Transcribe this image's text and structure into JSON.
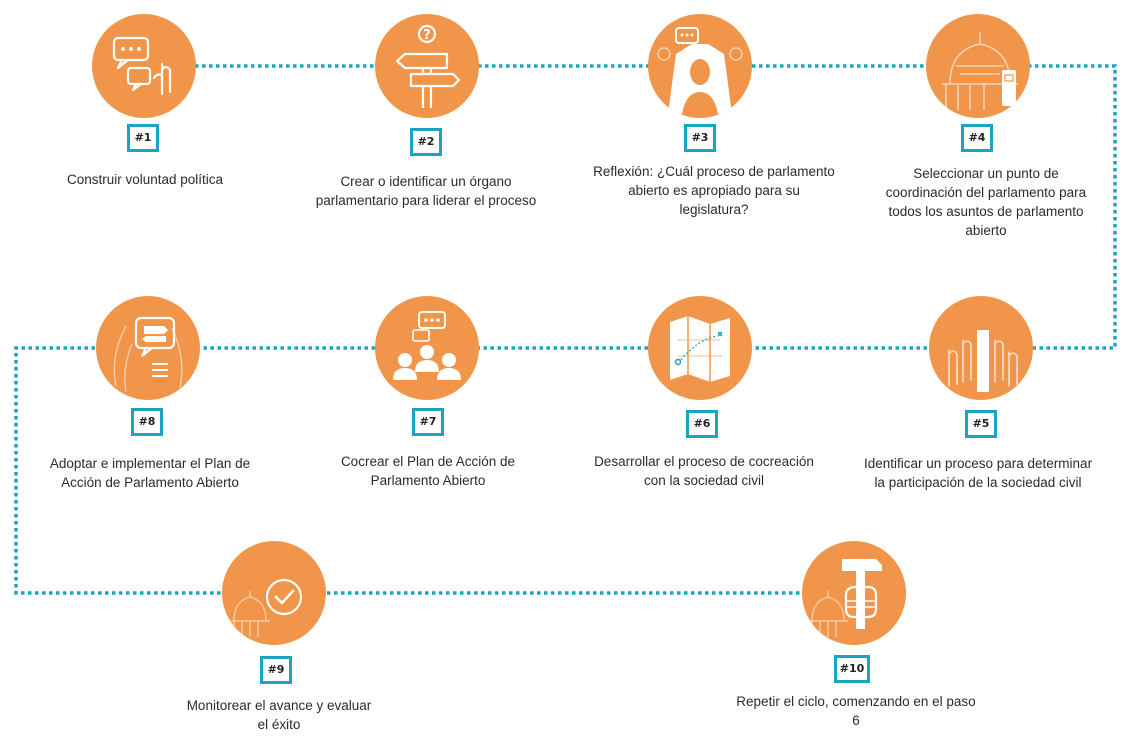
{
  "colors": {
    "circle": "#f0954a",
    "line": "#1ba3c2",
    "badge_border": "#1ba3c2"
  },
  "steps": [
    {
      "badge": "#1",
      "text": "Construir voluntad política",
      "icon": "speech-bubbles-hand-icon"
    },
    {
      "badge": "#2",
      "text": "Crear o identificar un órgano parlamentario para liderar el proceso",
      "icon": "signpost-question-icon"
    },
    {
      "badge": "#3",
      "text": "Reflexión: ¿Cuál proceso de parlamento abierto es apropiado para su legislatura?",
      "icon": "thinking-person-icon"
    },
    {
      "badge": "#4",
      "text": "Seleccionar un punto de coordinación del parlamento para todos los asuntos de parlamento abierto",
      "icon": "capitol-dome-icon"
    },
    {
      "badge": "#5",
      "text": "Identificar un proceso para determinar la participación de la sociedad civil",
      "icon": "raised-hands-icon"
    },
    {
      "badge": "#6",
      "text": "Desarrollar el proceso de cocreación con la sociedad civil",
      "icon": "map-icon"
    },
    {
      "badge": "#7",
      "text": "Cocrear el Plan de Acción de Parlamento Abierto",
      "icon": "group-speech-icon"
    },
    {
      "badge": "#8",
      "text": "Adoptar e implementar el Plan de Acción de Parlamento Abierto",
      "icon": "plan-signpost-icon"
    },
    {
      "badge": "#9",
      "text": "Monitorear el avance y evaluar el éxito",
      "icon": "checkmark-capitol-icon"
    },
    {
      "badge": "#10",
      "text": "Repetir el ciclo, comenzando en el paso 6",
      "icon": "hammer-hand-icon"
    }
  ]
}
